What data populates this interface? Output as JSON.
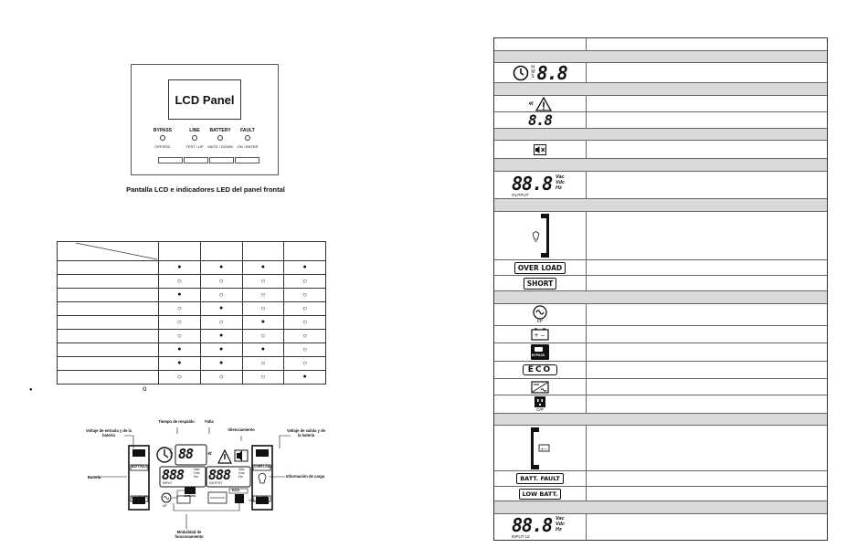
{
  "front_panel": {
    "lcd_label": "LCD Panel",
    "leds": [
      "BYPASS",
      "LINE",
      "BATTERY",
      "FAULT"
    ],
    "buttons": [
      "OFF/ESC",
      "TEST / UP",
      "MUTE / DOWN",
      "ON / ENTER"
    ],
    "caption": "Pantalla LCD e indicadores LED del panel frontal"
  },
  "led_table": {
    "rows": [
      [
        1,
        1,
        1,
        1
      ],
      [
        0,
        0,
        0,
        0
      ],
      [
        1,
        0,
        0,
        0
      ],
      [
        0,
        1,
        0,
        0
      ],
      [
        0,
        0,
        1,
        0
      ],
      [
        0,
        1,
        0,
        0
      ],
      [
        1,
        1,
        1,
        0
      ],
      [
        1,
        1,
        0,
        0
      ],
      [
        0,
        0,
        0,
        1
      ]
    ],
    "filled_symbol": "●",
    "empty_symbol": "○"
  },
  "legend": {
    "filled": "●",
    "empty": "o"
  },
  "lcd_diagram": {
    "labels": {
      "input_voltage": "Voltaje de entrada y de la batería",
      "backup_time": "Tiempo de respaldo",
      "fault": "Falla",
      "mute": "Silenciamiento",
      "output_voltage": "Voltaje de salida y de la batería",
      "battery": "Batería",
      "load_info": "Información de carga",
      "mode": "Modalidad de funcionamiento"
    },
    "digits": "88",
    "digits3": "888",
    "vac": "Vac",
    "vdc": "Vdc",
    "hz": "Hz",
    "input": "INPUT",
    "output": "OUTPUT",
    "batt_fault": "BATT.FAULT",
    "over_load": "OVER LOAD",
    "low_batt": "LOW BATT.",
    "short": "SHORT",
    "bypass": "BYPASS",
    "eco": "ECO",
    "ip": "I/P",
    "op": "O/P",
    "hms": "H M S"
  },
  "right_table": {
    "hms": "H\nM\nS",
    "digits2": "8.8",
    "digits_fault": "8.8",
    "digits3": "88.8",
    "vac": "Vac",
    "vdc": "Vdc",
    "hz": "Hz",
    "output": "OUTPUT",
    "input12": "INPUT 12",
    "over_load": "OVER LOAD",
    "short": "SHORT",
    "eco": "ECO",
    "bypass": "BYPASS",
    "ip": "I/P",
    "op": "O/P",
    "batt_fault": "BATT. FAULT",
    "low_batt": "LOW BATT."
  }
}
